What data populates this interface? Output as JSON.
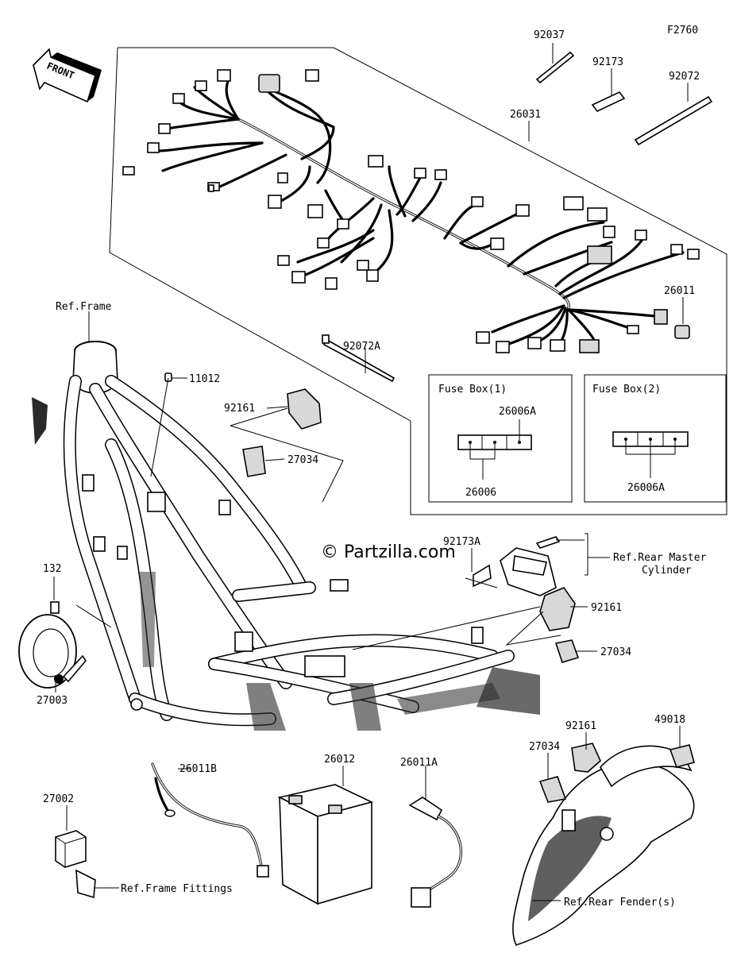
{
  "figure_code": "F2760",
  "front_label": "FRONT",
  "watermark": "© Partzilla.com",
  "labels": {
    "p92037": "92037",
    "p92173": "92173",
    "p92072": "92072",
    "p26031": "26031",
    "p26011": "26011",
    "p92072A": "92072A",
    "ref_frame": "Ref.Frame",
    "p11012": "11012",
    "p92161_a": "92161",
    "p27034_a": "27034",
    "p92173A": "92173A",
    "ref_rear_master_1": "Ref.Rear Master",
    "ref_rear_master_2": "Cylinder",
    "p92161_b": "92161",
    "p27034_b": "27034",
    "p132": "132",
    "p27003": "27003",
    "p26011B": "26011B",
    "p26012": "26012",
    "p26011A": "26011A",
    "p92161_c": "92161",
    "p49018": "49018",
    "p27034_c": "27034",
    "p27002": "27002",
    "ref_frame_fittings": "Ref.Frame Fittings",
    "ref_rear_fender": "Ref.Rear Fender(s)"
  },
  "fuse_box_1": {
    "title": "Fuse Box(1)",
    "top_part": "26006A",
    "bottom_part": "26006"
  },
  "fuse_box_2": {
    "title": "Fuse Box(2)",
    "bottom_part": "26006A"
  }
}
